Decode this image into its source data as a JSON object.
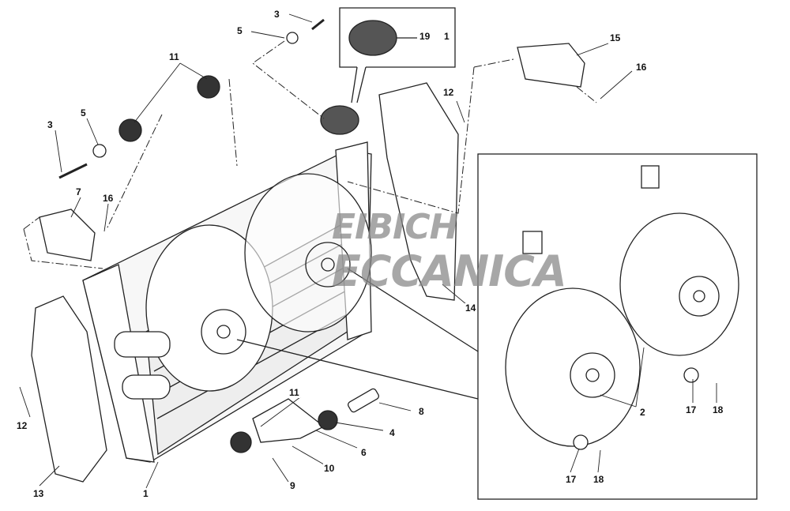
{
  "diagram": {
    "title": "Radiator and cooling fans exploded parts view",
    "callouts": [
      "1",
      "2",
      "3",
      "4",
      "5",
      "6",
      "7",
      "8",
      "9",
      "10",
      "11",
      "12",
      "13",
      "14",
      "15",
      "16",
      "17",
      "18",
      "19"
    ],
    "inset_cap_callouts": {
      "part": "19",
      "assembly": "1"
    },
    "watermark": {
      "line1": "EIBICH",
      "line2": "ECCANICA"
    }
  }
}
